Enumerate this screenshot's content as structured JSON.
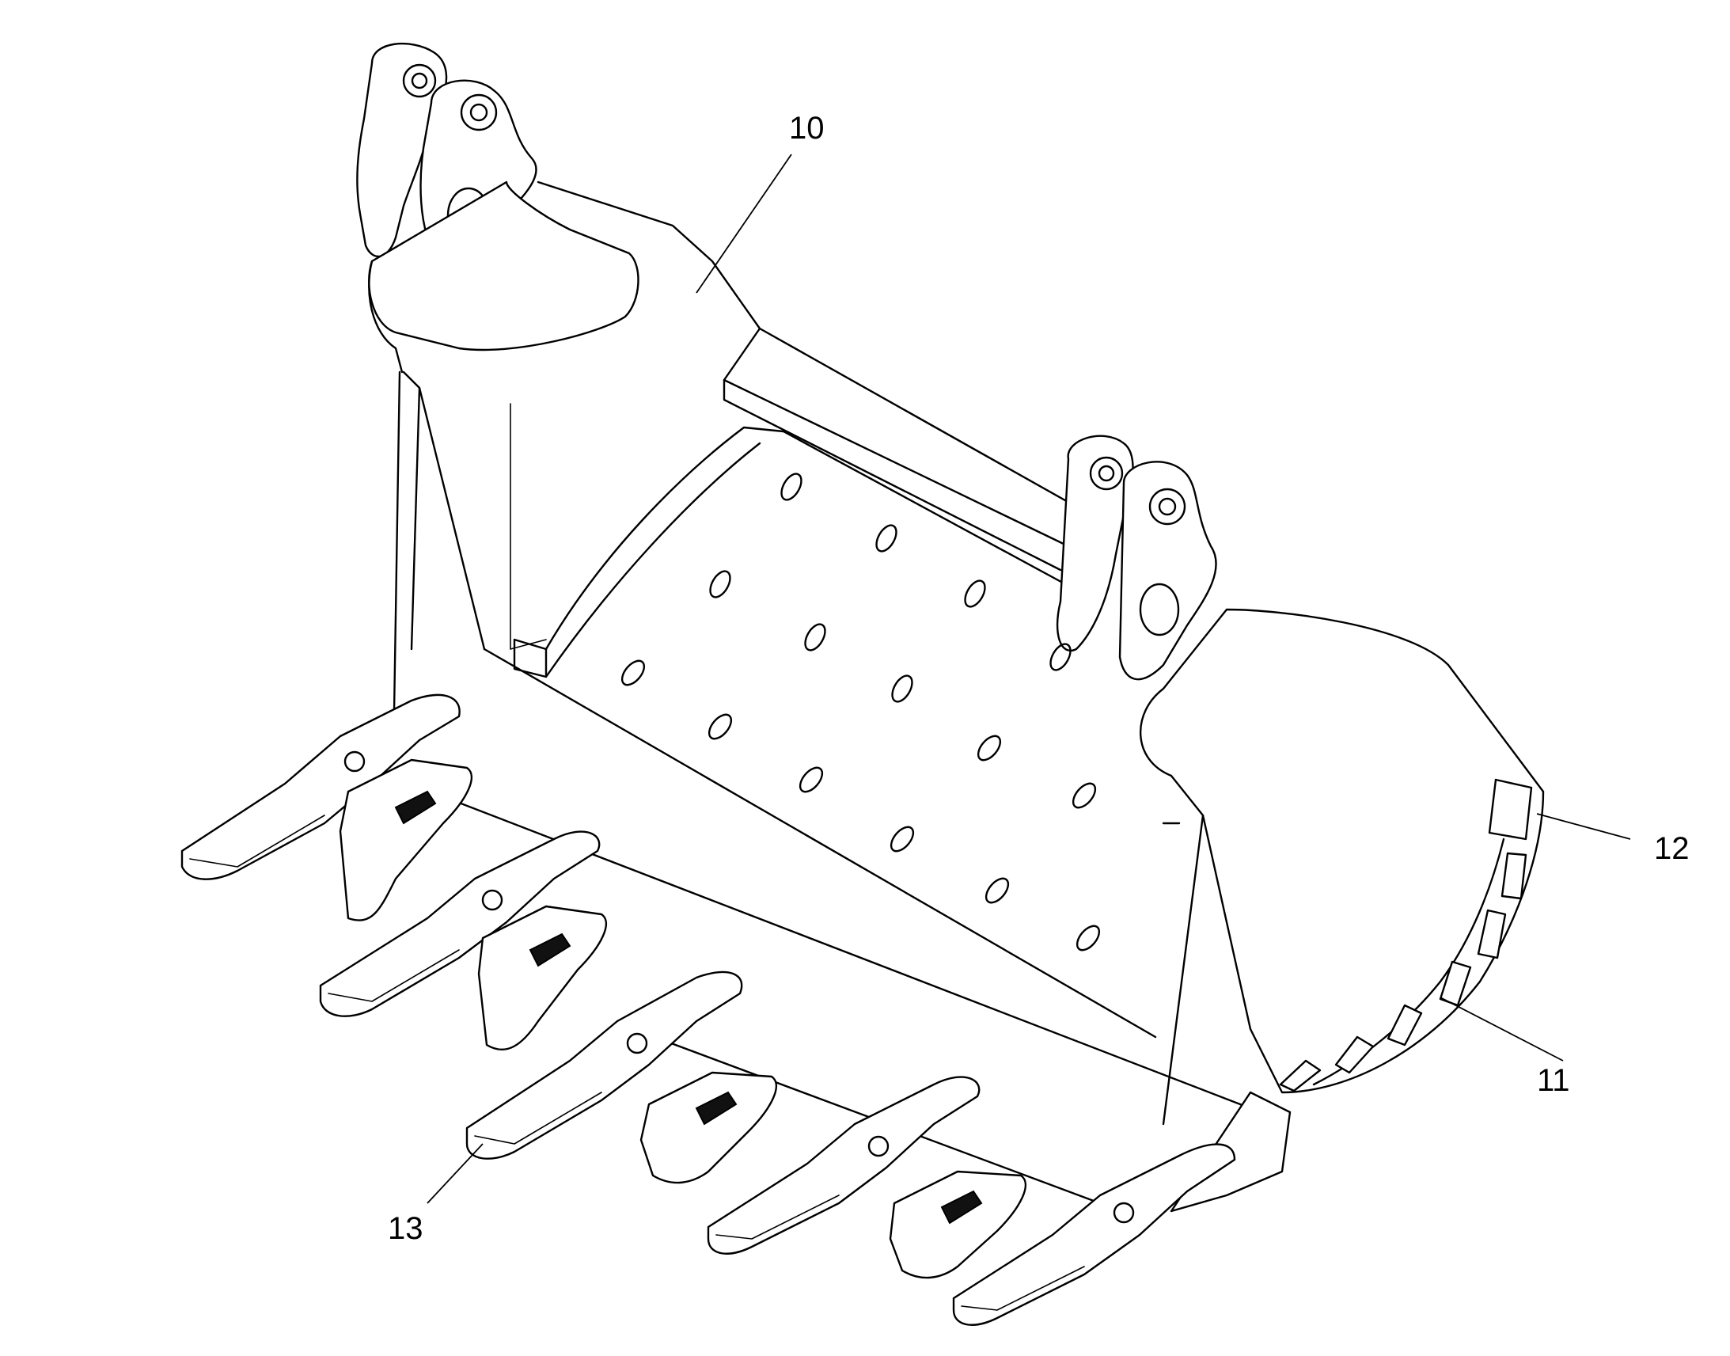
{
  "diagram": {
    "callouts": [
      {
        "id": "10",
        "label": "10"
      },
      {
        "id": "11",
        "label": "11"
      },
      {
        "id": "12",
        "label": "12"
      },
      {
        "id": "13",
        "label": "13"
      }
    ]
  }
}
